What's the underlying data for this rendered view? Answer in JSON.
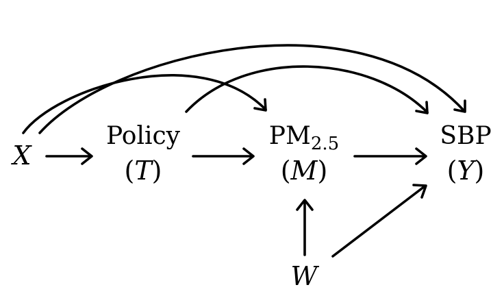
{
  "nodes": {
    "x": {
      "symbol": "X"
    },
    "policy": {
      "name": "Policy",
      "open": "(",
      "symbol": "T",
      "close": ")"
    },
    "pm": {
      "name": "PM",
      "subscript": "2.5",
      "open": "(",
      "symbol": "M",
      "close": ")"
    },
    "sbp": {
      "name": "SBP",
      "open": "(",
      "symbol": "Y",
      "close": ")"
    },
    "w": {
      "symbol": "W"
    }
  },
  "edges": [
    {
      "from": "X",
      "to": "Policy"
    },
    {
      "from": "Policy",
      "to": "PM2.5"
    },
    {
      "from": "PM2.5",
      "to": "SBP"
    },
    {
      "from": "W",
      "to": "PM2.5"
    },
    {
      "from": "W",
      "to": "SBP"
    },
    {
      "from": "X",
      "to": "PM2.5"
    },
    {
      "from": "X",
      "to": "SBP"
    },
    {
      "from": "Policy",
      "to": "SBP"
    }
  ]
}
